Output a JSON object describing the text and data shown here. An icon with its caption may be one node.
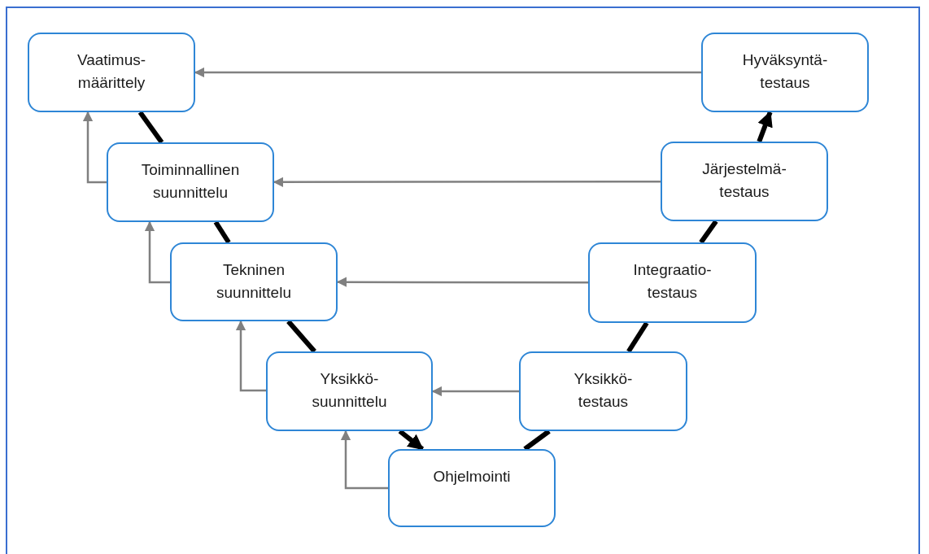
{
  "diagram": {
    "nodes": [
      {
        "text": [
          "Vaatimus- määrittely"
        ]
      },
      {
        "text": [
          "Toiminnallinen suunnittelu"
        ]
      },
      {
        "text": [
          "Tekninen suunnittelu"
        ]
      },
      {
        "text": [
          "Yksikkö- suunnittelu"
        ]
      },
      {
        "text": [
          "Ohjelmointi"
        ]
      },
      {
        "text": [
          "Yksikkö- testaus"
        ]
      },
      {
        "text": [
          "Integraatio- testaus"
        ]
      },
      {
        "text": [
          "Järjestelmä- testaus"
        ]
      },
      {
        "text": [
          "Hyväksyntä- testaus"
        ]
      }
    ],
    "edges": [
      {
        "from": 0,
        "to": 1,
        "arrow": "none",
        "style": "thick"
      },
      {
        "from": 1,
        "to": 2,
        "arrow": "none",
        "style": "thick"
      },
      {
        "from": 2,
        "to": 3,
        "arrow": "none",
        "style": "thick"
      },
      {
        "from": 3,
        "to": 4,
        "arrow": "to",
        "style": "thick"
      },
      {
        "from": 4,
        "to": 5,
        "arrow": "none",
        "style": "thick"
      },
      {
        "from": 5,
        "to": 6,
        "arrow": "none",
        "style": "thick"
      },
      {
        "from": 6,
        "to": 7,
        "arrow": "none",
        "style": "thick"
      },
      {
        "from": 7,
        "to": 8,
        "arrow": "to",
        "style": "thick"
      },
      {
        "from": 8,
        "to": 0,
        "arrow": "to",
        "color": "#808080"
      },
      {
        "from": 7,
        "to": 1,
        "arrow": "to",
        "color": "#808080"
      },
      {
        "from": 6,
        "to": 2,
        "arrow": "to",
        "color": "#808080"
      },
      {
        "from": 5,
        "to": 3,
        "arrow": "to",
        "color": "#808080"
      },
      {
        "from": 1,
        "to": 0,
        "arrow": "to",
        "color": "#808080"
      },
      {
        "from": 2,
        "to": 1,
        "arrow": "to",
        "color": "#808080"
      },
      {
        "from": 3,
        "to": 2,
        "arrow": "to",
        "color": "#808080"
      },
      {
        "from": 4,
        "to": 3,
        "arrow": "to",
        "color": "#808080"
      }
    ]
  }
}
